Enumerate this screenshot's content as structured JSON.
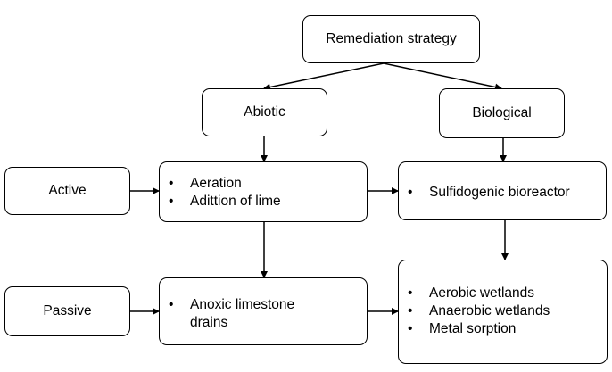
{
  "diagram": {
    "root": "Remediation strategy",
    "categories": {
      "abiotic": "Abiotic",
      "biological": "Biological"
    },
    "modes": {
      "active": "Active",
      "passive": "Passive"
    },
    "cells": {
      "abiotic_active": [
        "Aeration",
        "Adittion of lime"
      ],
      "biological_active": [
        "Sulfidogenic bioreactor"
      ],
      "abiotic_passive": [
        "Anoxic limestone drains"
      ],
      "biological_passive": [
        "Aerobic wetlands",
        "Anaerobic wetlands",
        "Metal sorption"
      ]
    }
  }
}
